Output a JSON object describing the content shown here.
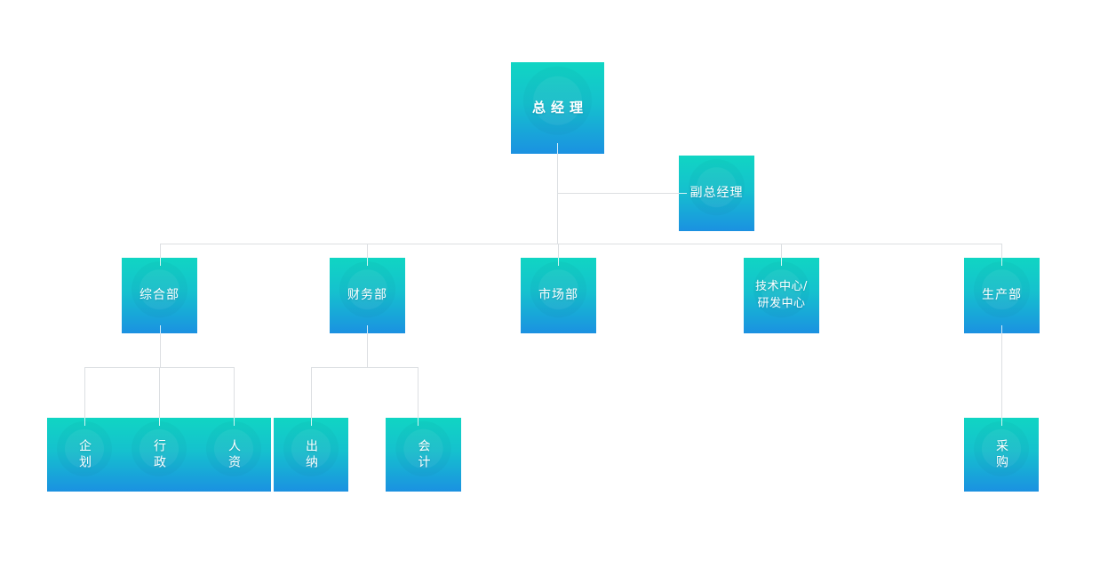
{
  "palette": {
    "background": "#ffffff",
    "node_gradient_top": "#10d5c3",
    "node_gradient_bottom": "#1b91e1",
    "node_text": "#ffffff",
    "connector_line": "#dcdfe2"
  },
  "org_chart": {
    "nodes": {
      "general_manager": {
        "label": "总经理"
      },
      "deputy_general_manager": {
        "label": "副总经理"
      },
      "general_department": {
        "label": "综合部"
      },
      "finance_department": {
        "label": "财务部"
      },
      "marketing_department": {
        "label": "市场部"
      },
      "tech_rd_center": {
        "label": "技术中心/\n研发中心"
      },
      "production_department": {
        "label": "生产部"
      },
      "planning": {
        "label": "企划"
      },
      "administration": {
        "label": "行政"
      },
      "human_resources": {
        "label": "人资"
      },
      "cashier": {
        "label": "出纳"
      },
      "accounting": {
        "label": "会计"
      },
      "procurement": {
        "label": "采购"
      }
    }
  }
}
